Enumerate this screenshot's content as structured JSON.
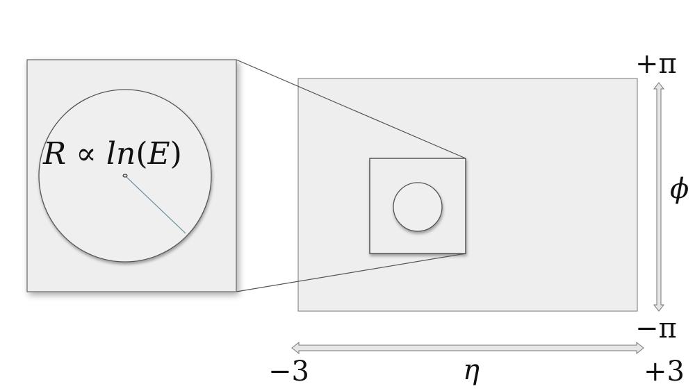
{
  "diagram": {
    "type": "eta-phi detector map with zoomed inset",
    "inset": {
      "formula": {
        "R": "R",
        "prop": "∝",
        "ln": "ln",
        "open": "(",
        "E": "E",
        "close": ")"
      }
    },
    "phi_axis": {
      "top_label": "+π",
      "bottom_label": "−π",
      "variable": "ϕ"
    },
    "eta_axis": {
      "left_label": "−3",
      "right_label": "+3",
      "variable": "η"
    },
    "colors": {
      "panel_fill": "#eeeeee",
      "border": "#666666",
      "radius_line": "#6e8a99",
      "arrow_fill": "#e6e6e6"
    }
  }
}
